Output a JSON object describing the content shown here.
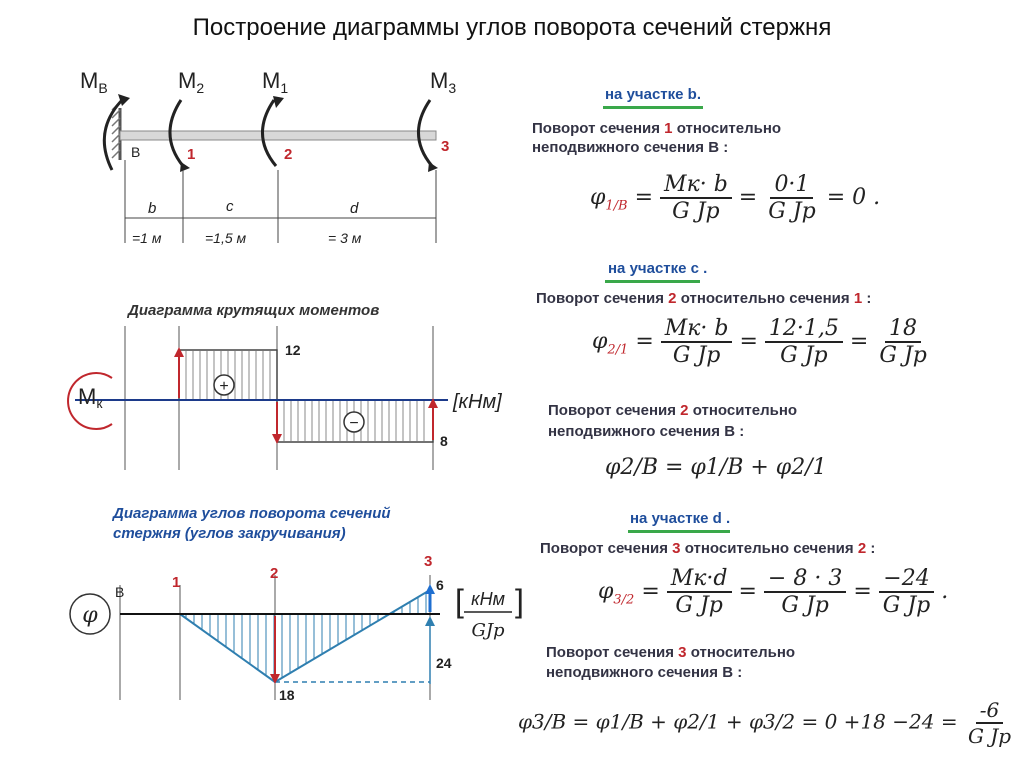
{
  "title": "Построение диаграммы углов поворота сечений стержня",
  "beam": {
    "moments": [
      "M",
      "M",
      "M",
      "M"
    ],
    "moment_subs": [
      "B",
      "2",
      "1",
      "3"
    ],
    "sections": [
      "B",
      "1",
      "2",
      "3"
    ],
    "segments": [
      {
        "letter": "b",
        "length": "=1 м"
      },
      {
        "letter": "c",
        "length": "=1,5 м"
      },
      {
        "letter": "d",
        "length": "=  3 м"
      }
    ]
  },
  "torque_diagram": {
    "title": "Диаграмма крутящих моментов",
    "symbol": "M",
    "symbol_sub": "к",
    "plus": "+",
    "minus": "−",
    "value_top": "12",
    "value_bottom": "8",
    "unit": "[кНм]"
  },
  "angle_diagram": {
    "title_line1": "Диаграмма углов поворота сечений",
    "title_line2": "стержня (углов закручивания)",
    "symbol": "φ",
    "labels": [
      "B",
      "1",
      "2",
      "3"
    ],
    "value_6": "6",
    "value_24": "24",
    "value_18": "18",
    "unit_num": "кНм",
    "unit_den": "GJp"
  },
  "right": {
    "seg_b": "на участке  b.",
    "step1_line1": "Поворот сечения",
    "step1_num": "1",
    "step1_line1b": "относительно",
    "step1_line2": "неподвижного сечения",
    "step1_sec": "B",
    "colon": ":",
    "f1_lhs": "φ",
    "f1_lhs_sub": "1/B",
    "f1_n1": "Mк· b",
    "f1_d1": "G Jp",
    "f1_n2": "0·1",
    "f1_d2": "G Jp",
    "f1_res": "= 0 .",
    "seg_c": "на участке  c .",
    "step2_line1": "Поворот сечения",
    "step2_num": "2",
    "step2_line1b": "относительно  сечения",
    "step2_ref": "1",
    "f2_lhs": "φ",
    "f2_lhs_sub": "2/1",
    "f2_n1": "Mк· b",
    "f2_d1": "G Jp",
    "f2_n2": "12·1,5",
    "f2_d2": "G Jp",
    "f2_n3": "18",
    "f2_d3": "G Jp",
    "step3_line1": "Поворот сечения",
    "step3_num": "2",
    "step3_line1b": "относительно",
    "step3_line2": "неподвижного сечения",
    "step3_sec": "B",
    "f3_text": "φ2/B = φ1/B + φ2/1",
    "seg_d": "на участке  d .",
    "step4_line1": "Поворот сечения",
    "step4_num": "3",
    "step4_line1b": "относительно  сечения",
    "step4_ref": "2",
    "f4_lhs": "φ",
    "f4_lhs_sub": "3/2",
    "f4_n1": "Mк·d",
    "f4_d1": "G Jp",
    "f4_n2": "− 8 · 3",
    "f4_d2": "G Jp",
    "f4_n3": "−24",
    "f4_d3": "G Jp",
    "step5_line1": "Поворот сечения",
    "step5_num": "3",
    "step5_line1b": "относительно",
    "step5_line2": "неподвижного сечения",
    "step5_sec": "B",
    "f5_text": "φ3/B = φ1/B + φ2/1 + φ3/2 = 0 +18 −24 =",
    "f5_n": "-6",
    "f5_d": "G Jp"
  },
  "colors": {
    "blue": "#1f4e9c",
    "red": "#c0272d",
    "green": "#3aa84a",
    "axis": "#1c3a8a"
  }
}
